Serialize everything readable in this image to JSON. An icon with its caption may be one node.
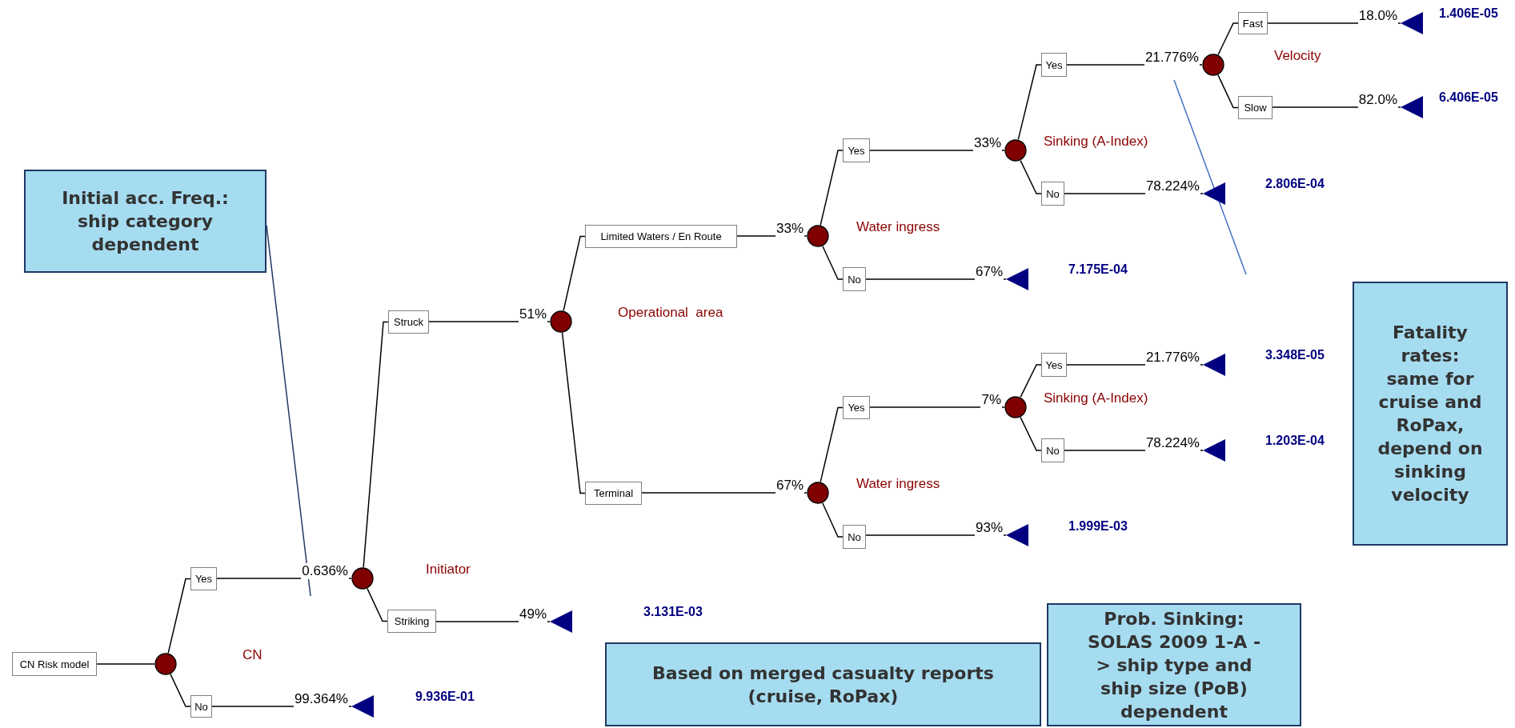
{
  "diagram": {
    "nodes": [
      {
        "text": [
          "Initial acc. Freq.: ship category dependent"
        ]
      },
      {
        "text": [
          "CN Risk model"
        ]
      },
      {
        "text": [],
        "shape": "circle"
      },
      {
        "text": [
          "Yes"
        ]
      },
      {
        "text": [],
        "shape": "circle"
      },
      {
        "text": [
          "Struck"
        ]
      },
      {
        "text": [],
        "shape": "circle"
      },
      {
        "text": [
          "Limited Waters / En Route"
        ]
      },
      {
        "text": [],
        "shape": "circle"
      },
      {
        "text": [
          "Yes"
        ]
      },
      {
        "text": [],
        "shape": "circle"
      },
      {
        "text": [
          "Yes"
        ]
      },
      {
        "text": [],
        "shape": "circle"
      },
      {
        "text": [
          "Fast"
        ]
      },
      {
        "text": [],
        "shape": "triangle",
        "beside": [
          "1.406E-05"
        ]
      },
      {
        "text": [
          "Slow"
        ]
      },
      {
        "text": [],
        "shape": "triangle",
        "beside": [
          "6.406E-05"
        ]
      },
      {
        "text": [
          "No"
        ]
      },
      {
        "text": [],
        "shape": "triangle",
        "beside": [
          "2.806E-04"
        ]
      },
      {
        "text": [
          "No"
        ]
      },
      {
        "text": [],
        "shape": "triangle",
        "beside": [
          "7.175E-04"
        ]
      },
      {
        "text": [
          "Terminal"
        ]
      },
      {
        "text": [],
        "shape": "circle"
      },
      {
        "text": [
          "Yes"
        ]
      },
      {
        "text": [],
        "shape": "circle"
      },
      {
        "text": [
          "Yes"
        ]
      },
      {
        "text": [],
        "shape": "triangle",
        "beside": [
          "3.348E-05"
        ]
      },
      {
        "text": [
          "No"
        ]
      },
      {
        "text": [],
        "shape": "triangle",
        "beside": [
          "1.203E-04"
        ]
      },
      {
        "text": [
          "No"
        ]
      },
      {
        "text": [],
        "shape": "triangle",
        "beside": [
          "1.999E-03"
        ]
      },
      {
        "text": [
          "Striking"
        ]
      },
      {
        "text": [],
        "shape": "triangle"
      },
      {
        "text": [
          "No"
        ]
      },
      {
        "text": [],
        "shape": "triangle",
        "beside": [
          "9.936E-01"
        ]
      },
      {
        "text": [
          "Fatality rates: same for cruise and RoPax, depend on sinking velocity"
        ]
      },
      {
        "text": [
          "Prob. Sinking: SOLAS 2009 1-A -> ship type and ship size (PoB) dependent"
        ]
      },
      {
        "text": [
          "Based on merged casualty reports (cruise, RoPax)"
        ]
      }
    ],
    "edges": [
      {
        "from": 1,
        "to": 2,
        "arrow": "none"
      },
      {
        "from": 2,
        "to": 3,
        "arrow": "none"
      },
      {
        "from": 3,
        "to": 4,
        "arrow": "none",
        "label": "0.636%"
      },
      {
        "from": 4,
        "to": 5,
        "arrow": "none"
      },
      {
        "from": 5,
        "to": 6,
        "arrow": "none",
        "label": "51%"
      },
      {
        "from": 6,
        "to": 7,
        "arrow": "none"
      },
      {
        "from": 7,
        "to": 8,
        "arrow": "none",
        "label": "33%"
      },
      {
        "from": 8,
        "to": 9,
        "arrow": "none"
      },
      {
        "from": 9,
        "to": 10,
        "arrow": "none",
        "label": "33%"
      },
      {
        "from": 10,
        "to": 11,
        "arrow": "none"
      },
      {
        "from": 11,
        "to": 12,
        "arrow": "none",
        "label": "21.776%"
      },
      {
        "from": 12,
        "to": 13,
        "arrow": "none"
      },
      {
        "from": 13,
        "to": 14,
        "arrow": "none",
        "label": "18.0%"
      },
      {
        "from": 12,
        "to": 15,
        "arrow": "none"
      },
      {
        "from": 15,
        "to": 16,
        "arrow": "none",
        "label": "82.0%"
      },
      {
        "from": 10,
        "to": 17,
        "arrow": "none"
      },
      {
        "from": 17,
        "to": 18,
        "arrow": "none",
        "label": "78.224%"
      },
      {
        "from": 8,
        "to": 19,
        "arrow": "none"
      },
      {
        "from": 19,
        "to": 20,
        "arrow": "none",
        "label": "67%"
      },
      {
        "from": 6,
        "to": 21,
        "arrow": "none"
      },
      {
        "from": 21,
        "to": 22,
        "arrow": "none",
        "label": "67%"
      },
      {
        "from": 22,
        "to": 23,
        "arrow": "none"
      },
      {
        "from": 23,
        "to": 24,
        "arrow": "none",
        "label": "7%"
      },
      {
        "from": 24,
        "to": 25,
        "arrow": "none"
      },
      {
        "from": 25,
        "to": 26,
        "arrow": "none",
        "label": "21.776%"
      },
      {
        "from": 24,
        "to": 27,
        "arrow": "none"
      },
      {
        "from": 27,
        "to": 28,
        "arrow": "none",
        "label": "78.224%"
      },
      {
        "from": 22,
        "to": 29,
        "arrow": "none"
      },
      {
        "from": 29,
        "to": 30,
        "arrow": "none",
        "label": "93%"
      },
      {
        "from": 4,
        "to": 31,
        "arrow": "none"
      },
      {
        "from": 31,
        "to": 32,
        "arrow": "none",
        "label": "49%"
      },
      {
        "from": 2,
        "to": 33,
        "arrow": "none"
      },
      {
        "from": 33,
        "to": 34,
        "arrow": "none",
        "label": "99.364%"
      },
      {
        "from": 0,
        "to": null,
        "arrow": "none",
        "color": "#1f3864"
      }
    ],
    "labels": [
      "Velocity",
      "Sinking (A-Index)",
      "Water ingress",
      "Operational  area",
      "Sinking (A-Index)",
      "Water ingress",
      "Initiator",
      "3.131E-03",
      "CN"
    ]
  }
}
